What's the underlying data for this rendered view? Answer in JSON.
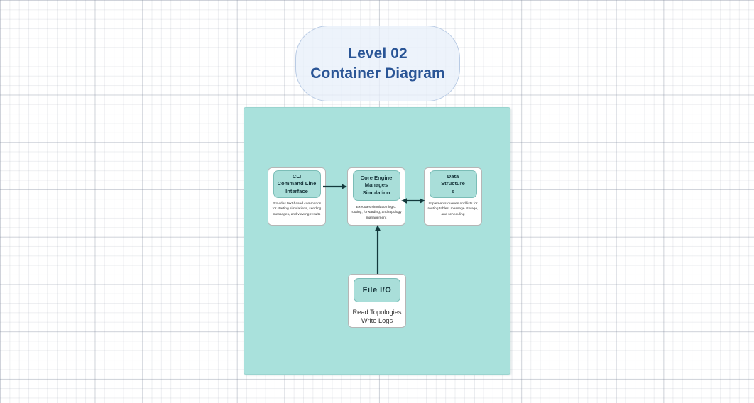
{
  "diagram": {
    "title": {
      "line1": "Level 02",
      "line2": "Container Diagram"
    },
    "colors": {
      "container_fill": "#a9e1dc",
      "card_header_fill": "#a9ded9",
      "card_fill": "#ffffff",
      "title_fill": "#e8eff9",
      "title_text": "#2a5596",
      "connector": "#13393c"
    },
    "container": {
      "name": "system-container"
    },
    "nodes": [
      {
        "id": "cli",
        "header_lines": [
          "CLI",
          "Command Line",
          "Interface"
        ],
        "description": "Provides text-based commands for starting simulations, sending messages, and viewing results"
      },
      {
        "id": "core-engine",
        "header_lines": [
          "Core Engine",
          "Manages",
          "Simulation"
        ],
        "description": "Executes simulation logic: routing, forwarding, and topology management"
      },
      {
        "id": "data-structures",
        "header_lines": [
          "Data",
          "Structure",
          "s"
        ],
        "description": "Implements queues and lists for routing tables, message storage, and scheduling"
      },
      {
        "id": "file-io",
        "header_lines": [
          "File  I/O"
        ],
        "description_lines": [
          "Read Topologies",
          "Write Logs"
        ]
      }
    ],
    "connectors": [
      {
        "id": "cli-to-core",
        "from": "cli",
        "to": "core-engine",
        "direction": "forward"
      },
      {
        "id": "core-to-data",
        "from": "core-engine",
        "to": "data-structures",
        "direction": "bidirectional"
      },
      {
        "id": "fileio-to-core",
        "from": "file-io",
        "to": "core-engine",
        "direction": "forward"
      }
    ]
  }
}
